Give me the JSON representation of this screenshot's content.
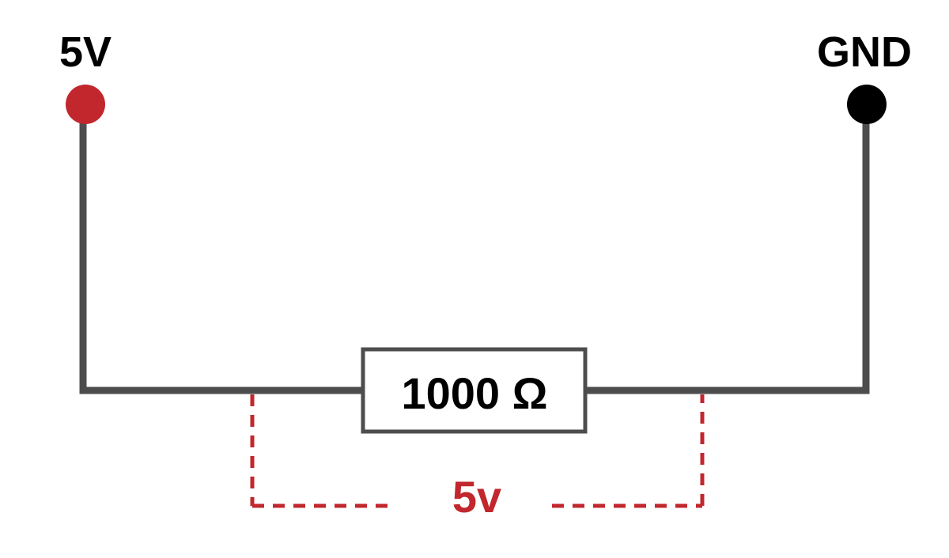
{
  "terminals": {
    "positive": {
      "label": "5V",
      "color": "#c1272d"
    },
    "ground": {
      "label": "GND",
      "color": "#000000"
    }
  },
  "resistor": {
    "label": "1000 Ω"
  },
  "voltage_drop": {
    "label": "5v",
    "color": "#c1272d"
  },
  "colors": {
    "wire": "#4d4d4d",
    "measurement": "#c1272d",
    "text": "#000000"
  }
}
